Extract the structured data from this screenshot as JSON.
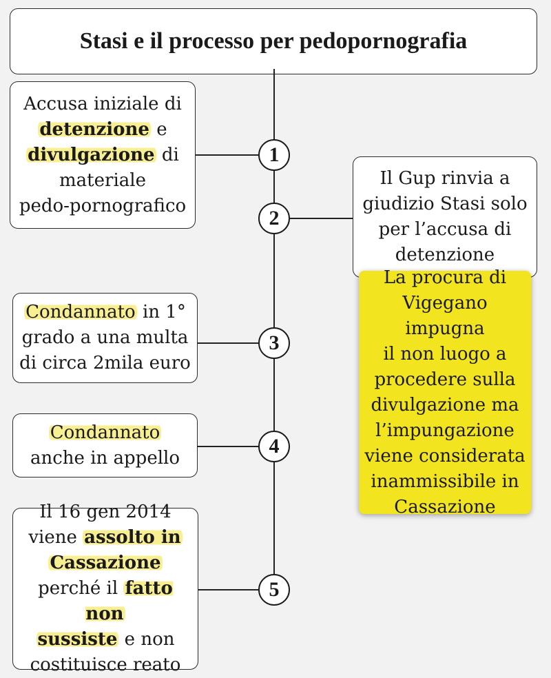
{
  "title": "Stasi e il processo per pedopornografia",
  "colors": {
    "highlight": "#f6e86e",
    "note_background": "#f2e41e",
    "line": "#222222",
    "background": "#f2f2f2"
  },
  "steps": [
    {
      "number": "1",
      "side": "left",
      "text": [
        {
          "t": "Accusa iniziale di",
          "hl": false,
          "br": true
        },
        {
          "t": "detenzione",
          "hl": true,
          "bold": true
        },
        {
          "t": " e",
          "hl": false,
          "br": true
        },
        {
          "t": "divulgazione",
          "hl": true,
          "bold": true
        },
        {
          "t": " di",
          "hl": false,
          "br": true
        },
        {
          "t": "materiale",
          "hl": false,
          "br": true
        },
        {
          "t": "pedo-pornografico",
          "hl": false
        }
      ]
    },
    {
      "number": "2",
      "side": "right",
      "text": [
        {
          "t": "Il Gup rinvia a",
          "hl": false,
          "br": true
        },
        {
          "t": "giudizio Stasi solo",
          "hl": false,
          "br": true
        },
        {
          "t": "per l’accusa di",
          "hl": false,
          "br": true
        },
        {
          "t": "detenzione",
          "hl": false
        }
      ]
    },
    {
      "number": "3",
      "side": "left",
      "text": [
        {
          "t": "Condannato",
          "hl": true
        },
        {
          "t": " in 1°",
          "hl": false,
          "br": true
        },
        {
          "t": "grado a una multa",
          "hl": false,
          "br": true
        },
        {
          "t": "di circa 2mila euro",
          "hl": false
        }
      ]
    },
    {
      "number": "4",
      "side": "left",
      "text": [
        {
          "t": "Condannato",
          "hl": true,
          "br": true
        },
        {
          "t": "anche in appello",
          "hl": false
        }
      ]
    },
    {
      "number": "5",
      "side": "left",
      "text": [
        {
          "t": "Il 16 gen 2014",
          "hl": false,
          "br": true
        },
        {
          "t": "viene ",
          "hl": false
        },
        {
          "t": "assolto in",
          "hl": true,
          "bold": true,
          "br": true
        },
        {
          "t": "Cassazione",
          "hl": true,
          "bold": true,
          "br": true
        },
        {
          "t": "perché il ",
          "hl": false
        },
        {
          "t": "fatto non",
          "hl": true,
          "bold": true,
          "br": true
        },
        {
          "t": "sussiste",
          "hl": true,
          "bold": true
        },
        {
          "t": " e non",
          "hl": false,
          "br": true
        },
        {
          "t": "costituisce reato",
          "hl": false
        }
      ]
    }
  ],
  "note": {
    "text": [
      {
        "t": "La procura di",
        "hl": false,
        "br": true
      },
      {
        "t": "Vigegano impugna",
        "hl": false,
        "br": true
      },
      {
        "t": "il non luogo a",
        "hl": false,
        "br": true
      },
      {
        "t": "procedere sulla",
        "hl": false,
        "br": true
      },
      {
        "t": "divulgazione ma",
        "hl": false,
        "br": true
      },
      {
        "t": "l’impungazione",
        "hl": false,
        "br": true
      },
      {
        "t": "viene considerata",
        "hl": false,
        "br": true
      },
      {
        "t": "inammissibile in",
        "hl": false,
        "br": true
      },
      {
        "t": "Cassazione",
        "hl": false
      }
    ]
  }
}
